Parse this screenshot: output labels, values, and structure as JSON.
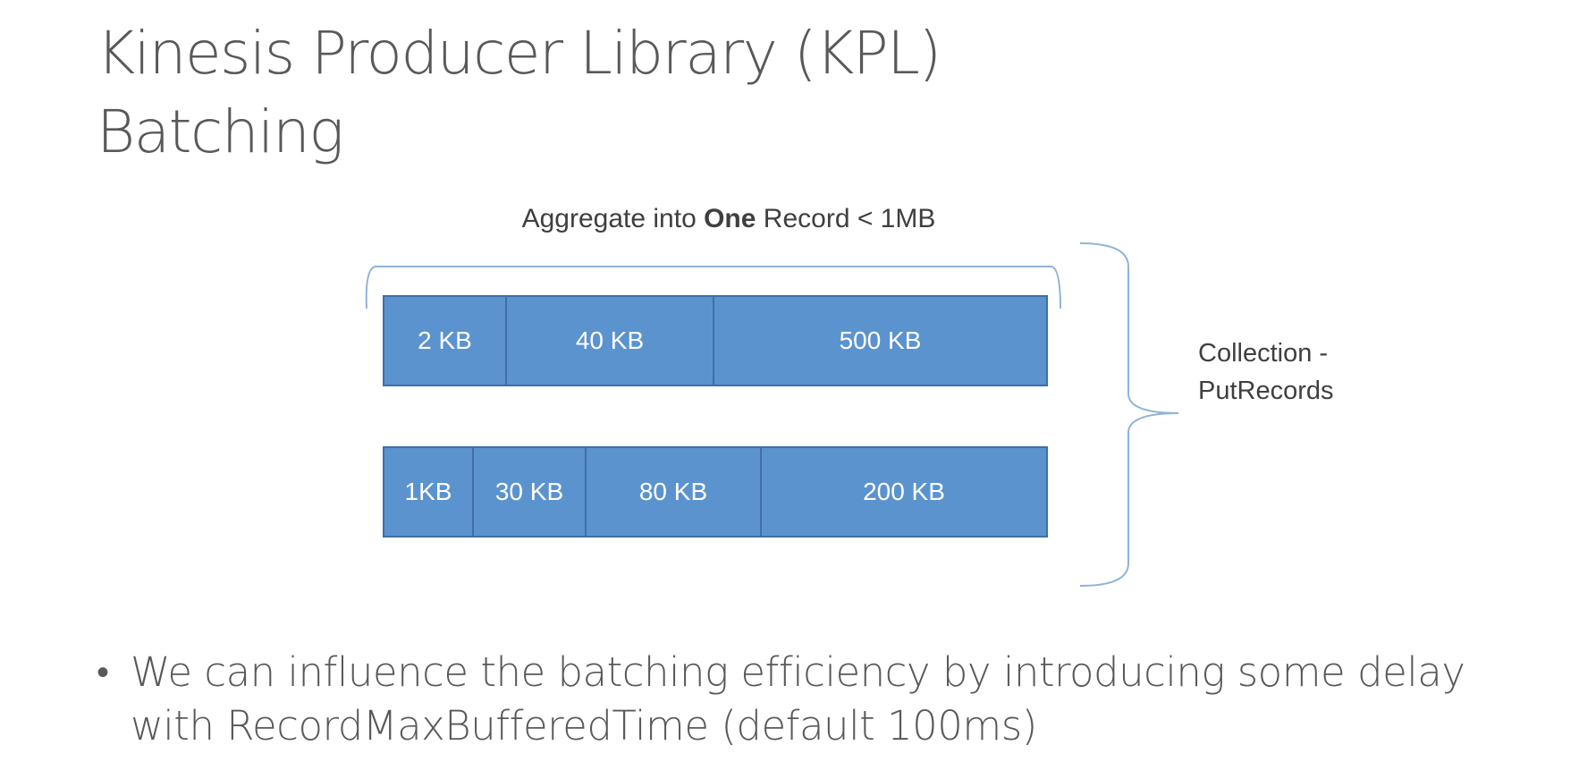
{
  "title": {
    "line1": "Kinesis Producer Library (KPL)",
    "line2": "Batching"
  },
  "aggregate_caption": {
    "before": "Aggregate into ",
    "bold": "One",
    "after": " Record < 1MB"
  },
  "collection_label": {
    "line1": "Collection -",
    "line2": "PutRecords"
  },
  "rows": [
    {
      "segments": [
        "2 KB",
        "40 KB",
        "500 KB"
      ]
    },
    {
      "segments": [
        "1KB",
        "30 KB",
        "80 KB",
        "200 KB"
      ]
    }
  ],
  "bullet": {
    "marker": "•",
    "text": "We can influence the batching efficiency by introducing some delay with RecordMaxBufferedTime (default 100ms)"
  },
  "colors": {
    "record_fill": "#5b93cf",
    "record_border": "#3f6fa5",
    "bracket": "#8fb3d9",
    "text": "#595959"
  }
}
